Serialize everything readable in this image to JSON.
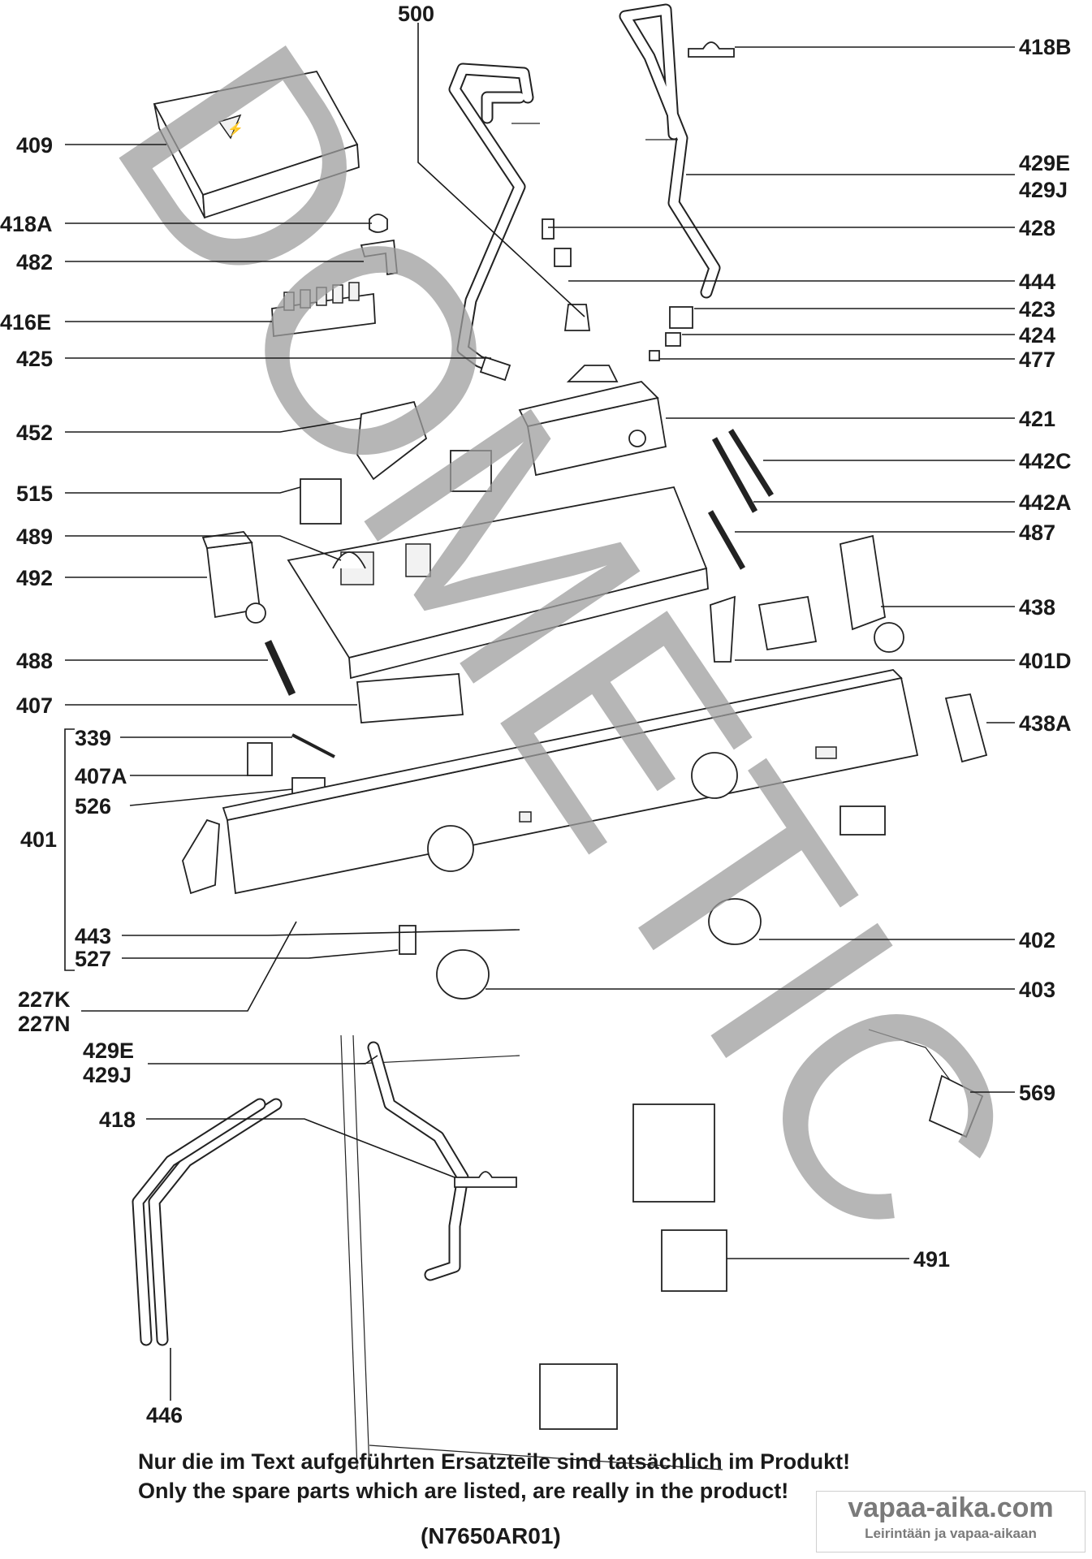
{
  "watermark": "DOMETIC",
  "labels": {
    "l500": "500",
    "l418B": "418B",
    "l409": "409",
    "l429E_top": "429E",
    "l429J_top": "429J",
    "l418A": "418A",
    "l428": "428",
    "l482": "482",
    "l444": "444",
    "l416E": "416E",
    "l423": "423",
    "l424": "424",
    "l425": "425",
    "l477": "477",
    "l421": "421",
    "l452": "452",
    "l442C": "442C",
    "l515": "515",
    "l442A": "442A",
    "l489": "489",
    "l487": "487",
    "l492": "492",
    "l438": "438",
    "l488": "488",
    "l401D": "401D",
    "l407": "407",
    "l438A": "438A",
    "l339": "339",
    "l407A": "407A",
    "l526": "526",
    "l401": "401",
    "l443": "443",
    "l402": "402",
    "l527": "527",
    "l403": "403",
    "l227K": "227K",
    "l227N": "227N",
    "l429E_bot": "429E",
    "l429J_bot": "429J",
    "l569": "569",
    "l418": "418",
    "l491": "491",
    "l446": "446"
  },
  "footer": {
    "note_de": "Nur die im Text aufgeführten Ersatzteile sind tatsächlich im Produkt!",
    "note_en": "Only the spare parts which are listed, are really in the product!",
    "drawing_code": "(N7650AR01)"
  },
  "badge": {
    "site": "vapaa-aika.com",
    "tagline": "Leirintään ja vapaa-aikaan"
  },
  "colors": {
    "ink": "#1a1a1a",
    "watermark": "#9e9e9e"
  }
}
